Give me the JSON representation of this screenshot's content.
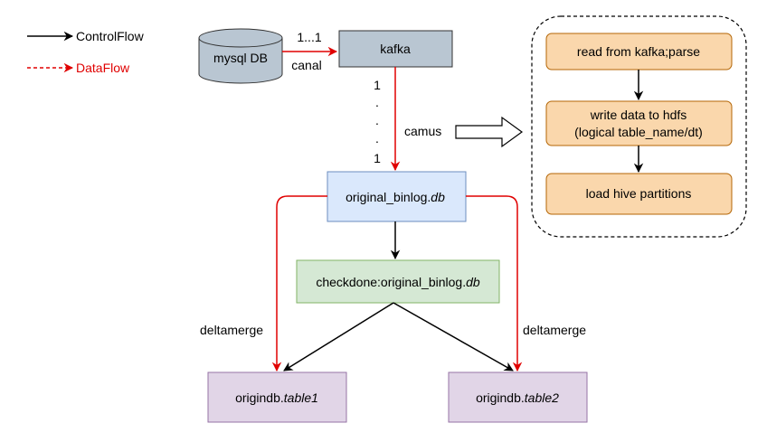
{
  "legend": {
    "control_flow": "ControlFlow",
    "data_flow": "DataFlow"
  },
  "nodes": {
    "mysql": "mysql DB",
    "kafka": "kafka",
    "binlog_plain": "original_binlog.",
    "binlog_italic": "db",
    "checkdone_plain": "checkdone:original_binlog.",
    "checkdone_italic": "db",
    "table1_plain": "origindb.",
    "table1_italic": "table1",
    "table2_plain": "origindb.",
    "table2_italic": "table2"
  },
  "edge_labels": {
    "mysql_kafka_cardinality": "1...1",
    "canal": "canal",
    "camus": "camus",
    "kafka_binlog_top": "1",
    "dot1": ".",
    "dot2": ".",
    "dot3": ".",
    "kafka_binlog_bottom": "1",
    "deltamerge_left": "deltamerge",
    "deltamerge_right": "deltamerge"
  },
  "camus_steps": [
    "read from kafka;parse",
    "write data to hdfs",
    "(logical table_name/dt)",
    "load hive partitions"
  ],
  "colors": {
    "control_flow": "#000000",
    "data_flow": "#e00000",
    "mysql_fill": "#b9c6d2",
    "kafka_fill": "#b9c6d2",
    "binlog_fill": "#dae8fc",
    "binlog_stroke": "#6c8ebf",
    "checkdone_fill": "#d5e8d4",
    "checkdone_stroke": "#82b366",
    "table_fill": "#e1d5e7",
    "table_stroke": "#9673a6",
    "step_fill": "#fad7ac",
    "step_stroke": "#b46504"
  }
}
